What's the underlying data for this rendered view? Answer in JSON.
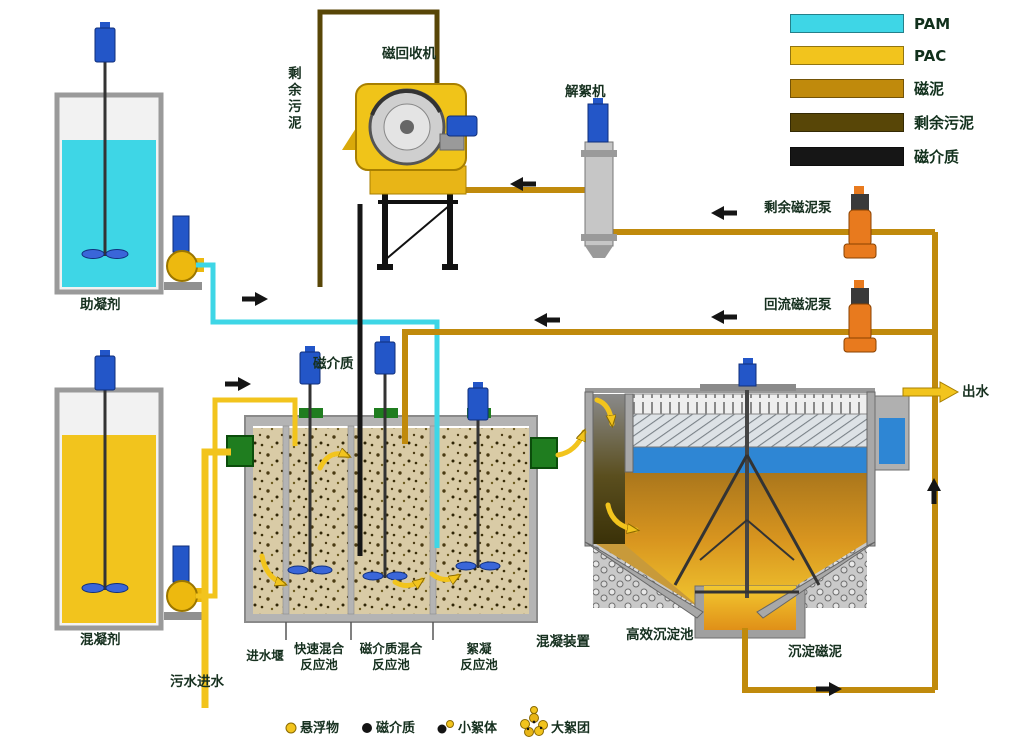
{
  "legend": {
    "items": [
      {
        "label": "PAM",
        "color": "#3ED6E6"
      },
      {
        "label": "PAC",
        "color": "#F2C41D"
      },
      {
        "label": "磁泥",
        "color": "#C08A0C"
      },
      {
        "label": "剩余污泥",
        "color": "#584607"
      },
      {
        "label": "磁介质",
        "color": "#161616"
      }
    ]
  },
  "colors": {
    "pam": "#3ED6E6",
    "pac": "#F2C41D",
    "mud": "#C08A0C",
    "surplus_sludge": "#584607",
    "media": "#161616",
    "pump": "#E87A1E",
    "water": "#2E86D4"
  },
  "labels": {
    "machine": "磁回收机",
    "defloc": "解絮机",
    "surplus_pump": "剩余磁泥泵",
    "return_pump": "回流磁泥泵",
    "effluent": "出水",
    "coagulant_aid": "助凝剂",
    "coagulant": "混凝剂",
    "surplus_sludge": "剩余污泥",
    "magnetic_media": "磁介质",
    "sewage_inlet": "污水进水",
    "inlet_weir": "进水堰",
    "rapid_mix": "快速混合\n反应池",
    "media_mix": "磁介质混合\n反应池",
    "flocculation": "絮凝\n反应池",
    "coagulation_unit": "混凝装置",
    "sedimentation": "高效沉淀池",
    "settled_sludge": "沉淀磁泥"
  },
  "flow_legend": {
    "items": [
      {
        "label": "悬浮物"
      },
      {
        "label": "磁介质"
      },
      {
        "label": "小絮体"
      },
      {
        "label": "大絮团"
      }
    ]
  }
}
